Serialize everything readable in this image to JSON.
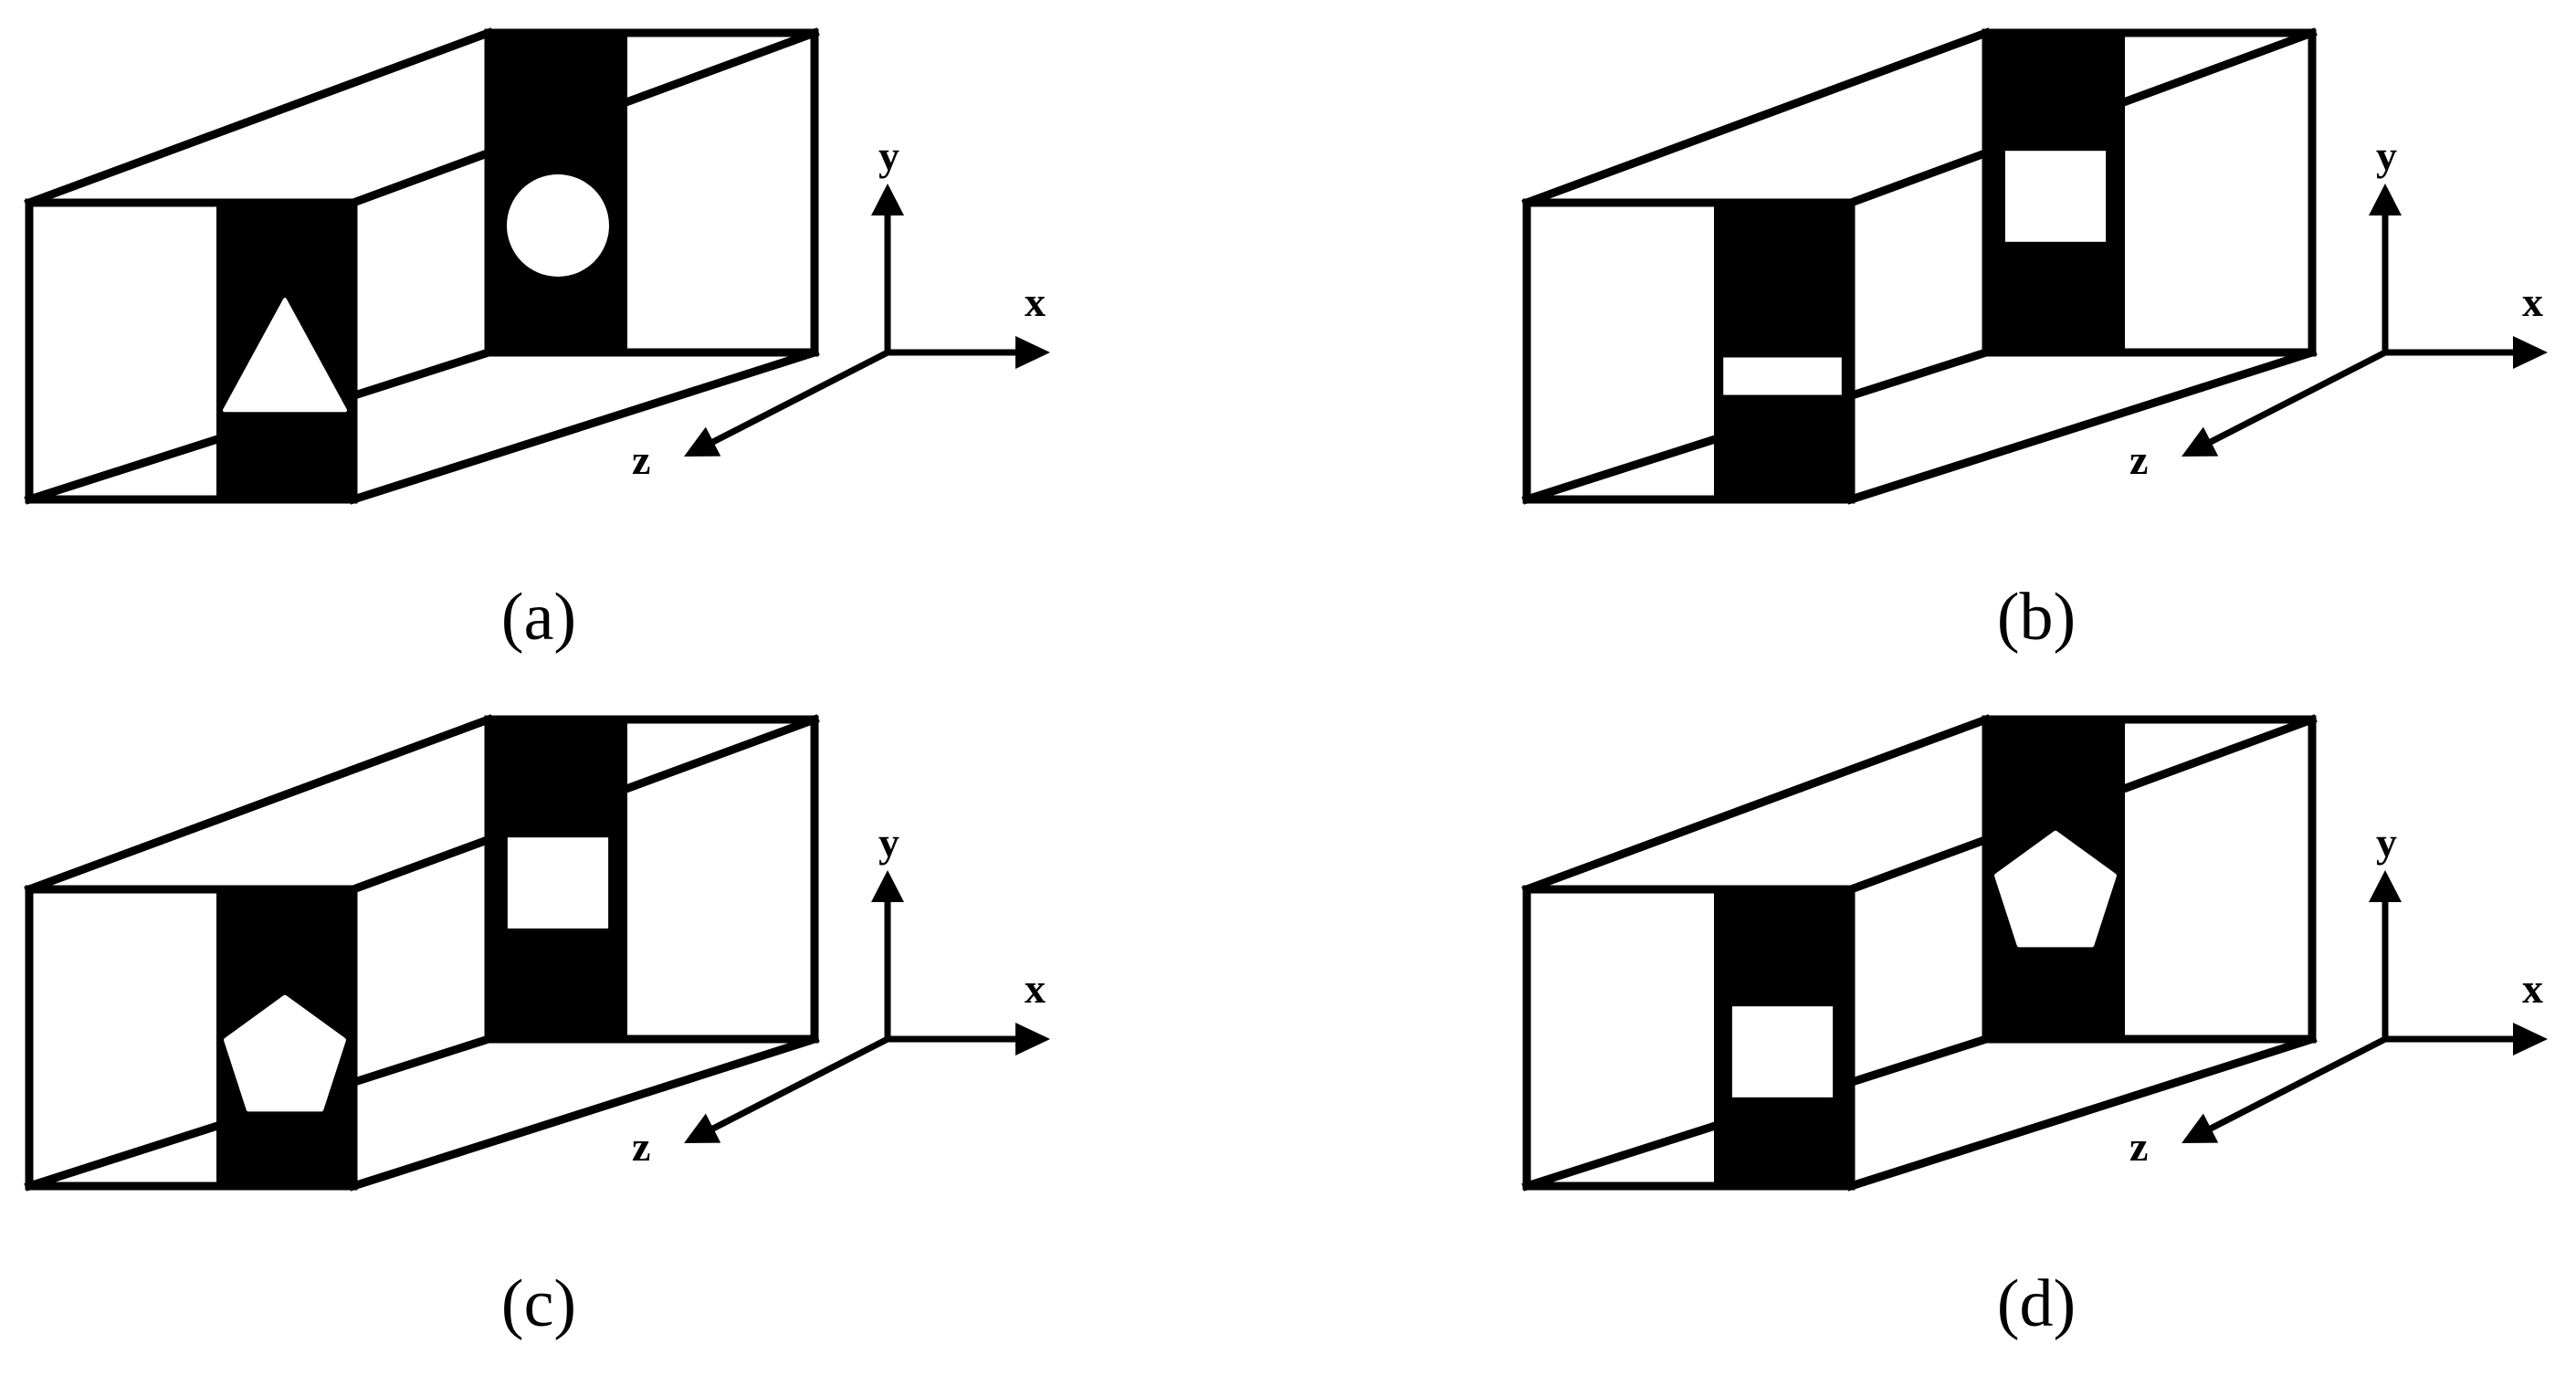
{
  "panels": [
    {
      "caption": "(a)",
      "front_aperture_shape": "triangle",
      "rear_aperture_shape": "circle",
      "axes": {
        "x": "x",
        "y": "y",
        "z": "z"
      }
    },
    {
      "caption": "(b)",
      "front_aperture_shape": "slit",
      "rear_aperture_shape": "square",
      "axes": {
        "x": "x",
        "y": "y",
        "z": "z"
      }
    },
    {
      "caption": "(c)",
      "front_aperture_shape": "pentagon",
      "rear_aperture_shape": "square",
      "axes": {
        "x": "x",
        "y": "y",
        "z": "z"
      }
    },
    {
      "caption": "(d)",
      "front_aperture_shape": "square",
      "rear_aperture_shape": "pentagon",
      "axes": {
        "x": "x",
        "y": "y",
        "z": "z"
      }
    }
  ],
  "colors": {
    "line": "#000000",
    "screen": "#000000",
    "aperture": "#ffffff",
    "background": "#ffffff"
  }
}
